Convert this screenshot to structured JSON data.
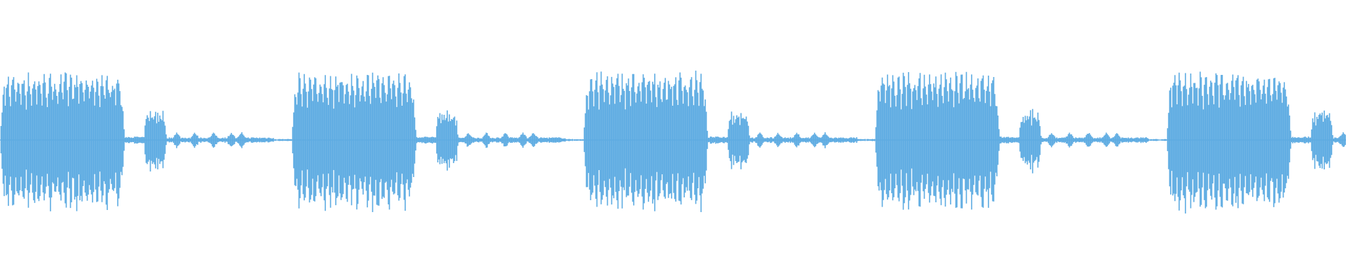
{
  "waveform": {
    "color": "#5dabe2",
    "background": "#ffffff",
    "repeat_count": 5,
    "pattern": [
      "burst-loud",
      "burst-small",
      "tail-noise"
    ]
  }
}
